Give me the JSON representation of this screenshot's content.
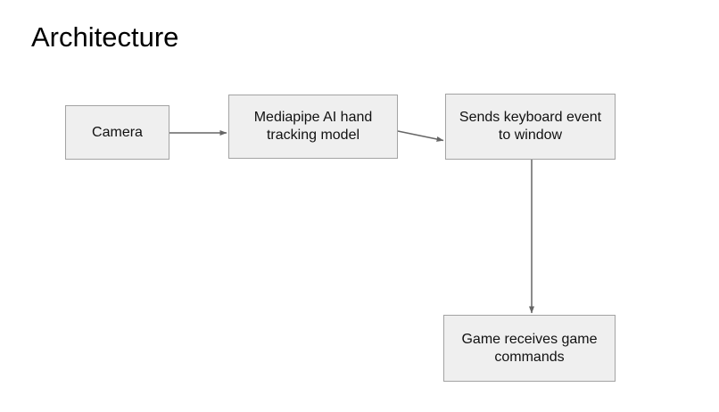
{
  "slide": {
    "title": "Architecture"
  },
  "diagram": {
    "nodes": [
      {
        "id": "camera",
        "label": "Camera"
      },
      {
        "id": "mediapipe",
        "label": "Mediapipe AI hand tracking model"
      },
      {
        "id": "keyboard",
        "label": "Sends keyboard event to window"
      },
      {
        "id": "game",
        "label": "Game receives game commands"
      }
    ],
    "edges": [
      {
        "from": "camera",
        "to": "mediapipe",
        "direction": "right"
      },
      {
        "from": "mediapipe",
        "to": "keyboard",
        "direction": "right"
      },
      {
        "from": "keyboard",
        "to": "game",
        "direction": "down"
      }
    ],
    "colors": {
      "background": "#ffffff",
      "node_fill": "#efefef",
      "node_border": "#a3a3a3",
      "arrow": "#666666",
      "text": "#111111"
    }
  }
}
